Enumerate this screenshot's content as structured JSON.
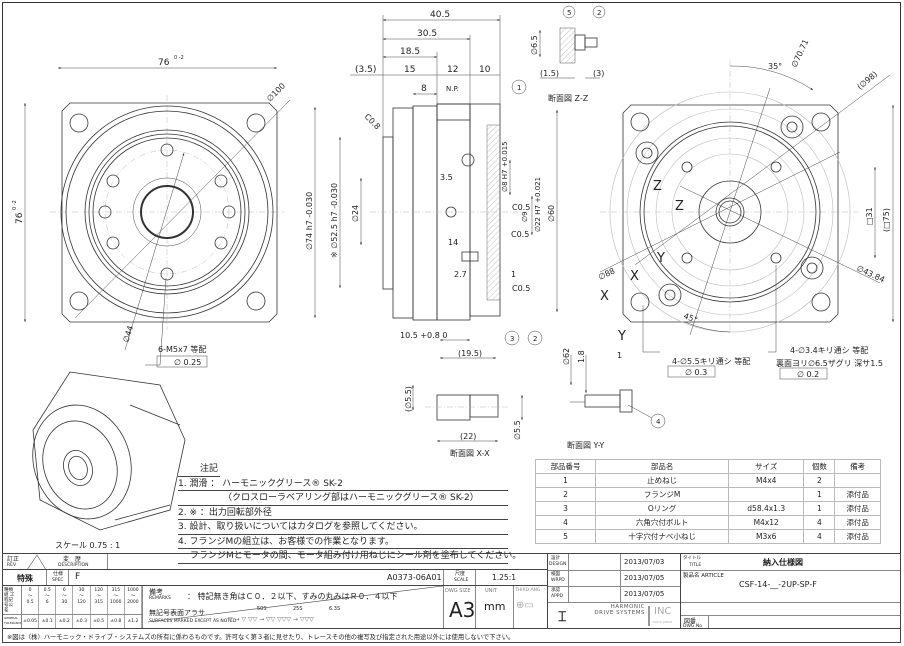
{
  "front_view": {
    "width": "76",
    "width_tol": "0\n-2",
    "height": "76",
    "height_tol": "0 -2",
    "dia_100": "∅100",
    "dia_44": "∅44",
    "tapped": "6-M5x7 等配",
    "tapped_tol": "∅ 0.25"
  },
  "side_view": {
    "d40_5": "40.5",
    "d30_5": "30.5",
    "d18_5": "18.5",
    "d3_5": "(3.5)",
    "d15": "15",
    "d12": "12",
    "d10": "10",
    "d8": "8",
    "np": "N.P.",
    "c08": "C0.8",
    "d74": "∅74 h7 -0.030",
    "d52": "※ ∅52.5 h7 -0.030",
    "d24": "∅24",
    "d3_5b": "3.5",
    "c05a": "C0.5",
    "c05b": "C0.5",
    "c05c": "C0.5",
    "d14": "14",
    "d2_7": "2.7",
    "d1": "1",
    "d10_5": "10.5 +0.8 0",
    "d19_5": "(19.5)",
    "d8h7": "∅8 H7 +0.015",
    "d9": "∅9",
    "d22h7": "∅22 H7 +0.021",
    "d60": "∅60",
    "balloons": [
      "1",
      "2",
      "3"
    ]
  },
  "right_view": {
    "a35": "35°",
    "d70": "∅70.71",
    "d98": "(∅98)",
    "sq31": "□31",
    "sq75": "(□75)",
    "d88": "∅88",
    "d43": "∅43.84",
    "a45": "45°",
    "Z": "Z",
    "Y": "Y",
    "X": "X",
    "hole1": "4-∅5.5キリ通シ 等配",
    "hole1_tol": "∅ 0.3",
    "hole2a": "4-∅3.4キリ通シ 等配",
    "hole2b": "裏面ヨリ∅6.5ザグリ 深サ1.5",
    "hole2_tol": "∅ 0.2"
  },
  "section_zz": {
    "title": "断面図 Z-Z",
    "d6_5": "∅6.5",
    "d1_5": "(1.5)",
    "d3": "(3)",
    "b5": "5",
    "b2": "2"
  },
  "section_xx": {
    "title": "断面図 X-X",
    "d5_5a": "(∅5.5)",
    "d5_5b": "∅5.5",
    "d22": "(22)"
  },
  "section_yy": {
    "title": "断面図 Y-Y",
    "d62": "∅62",
    "d1_8": "1.8",
    "d1": "1",
    "b4": "4"
  },
  "scale_note": "スケール 0.75 : 1",
  "notes": {
    "title": "注記",
    "lines": [
      "1. 潤滑 ： ハーモニックグリース® SK-2",
      "（クロスローラベアリング部はハーモニックグリース® SK-2）",
      "2. ※ ：出力回転部外径",
      "3. 設計、取り扱いについてはカタログを参照してください。",
      "4. フランジMの組立は、お客様での作業となります。",
      "フランジMとモータの間、モータ組み付け用ねじにシール剤を塗布してください。"
    ]
  },
  "parts": {
    "headers": [
      "部品番号",
      "部品名",
      "サイズ",
      "個数",
      "備考"
    ],
    "rows": [
      [
        "1",
        "止めねじ",
        "M4x4",
        "2",
        ""
      ],
      [
        "2",
        "フランジM",
        "",
        "1",
        "添付品"
      ],
      [
        "3",
        "Oリング",
        "d58.4x1.3",
        "1",
        "添付品"
      ],
      [
        "4",
        "六角穴付ボルト",
        "M4x12",
        "4",
        "添付品"
      ],
      [
        "5",
        "十字穴付ナベ小ねじ",
        "M3x6",
        "4",
        "添付品"
      ]
    ]
  },
  "title_block": {
    "rev": "訂正",
    "rev_en": "REV",
    "desc": "変　歴",
    "desc_en": "DESCRIPTION",
    "special": "特殊",
    "spec": "仕様",
    "spec_en": "SPEC",
    "spec_val": "F",
    "drawing_code": "A0373-06A01",
    "scale_label": "尺度",
    "scale_en": "SCALE",
    "scale": "1.25:1",
    "tol_head": [
      "0\n〜\n0.5",
      "0.5\n〜\n6",
      "6\n〜\n30",
      "30\n〜\n120",
      "120\n〜\n315",
      "315\n〜\n1000",
      "1000\n〜\n2000"
    ],
    "tol_vals": [
      "±0.05",
      "±0.1",
      "±0.2",
      "±0.3",
      "±0.5",
      "±0.8",
      "±1.2"
    ],
    "tol_label": "種類組 工程記 号公差",
    "tol_label2": "GENERAL TOLERANCE",
    "remarks": "備考",
    "remarks_en": "REMARKS",
    "remarks_text": "： 特記無き角はＣ０．２以下、すみの丸みはＲ０．４以下",
    "surface": "無記号表面アラサ",
    "surface_en": "SURFACES MARKED EXCEPT AS NOTED",
    "surface_marks": "▽ → ▽   ▽▽ → ▽▽   ▽▽▽ → ▽▽▽",
    "s50": "50S",
    "s25": "25S",
    "s63": "6.3S",
    "dwg_size": "DWG SIZE",
    "size": "A3",
    "unit_label": "UNIT",
    "unit": "mm",
    "third": "THIRD ANG",
    "design": "設計",
    "design_en": "DESIGN",
    "check": "検図",
    "check_en": "WRPD",
    "approve": "承認",
    "approve_en": "APPD",
    "dates": [
      "2013/07/03",
      "2013/07/05",
      "2013/07/05"
    ],
    "company": "HARMONIC DRIVE SYSTEMS",
    "inc": "INC",
    "tokyo": "TOKYO JAPAN",
    "title_label": "タイトル",
    "title_en": "TITLE",
    "title": "納入仕様図",
    "article_label": "製品名 ARTICLE",
    "article": "CSF-14-__-2UP-SP-F",
    "dwg_no_label": "図番",
    "dwg_no_en": "DWG No",
    "footer": "※図は（株）ハーモニック・ドライブ・システムズの所有に係わるものです。許可なく第３者に見せたり、トレースその他の複写及び指定された用途以外には使用しないで下さい。"
  }
}
